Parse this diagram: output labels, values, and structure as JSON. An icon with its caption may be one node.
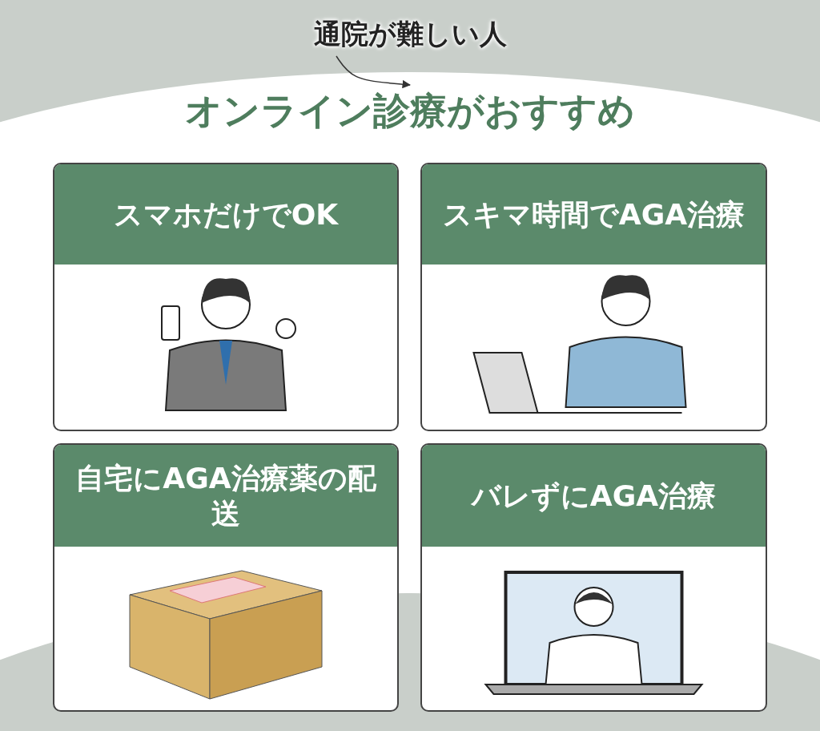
{
  "diagram": {
    "nodes": [
      {
        "text": [
          "通院が難しい人"
        ]
      },
      {
        "text": [
          "オンライン診療がおすすめ"
        ]
      },
      {
        "text": [
          "スマホだけでOK"
        ]
      },
      {
        "text": [
          "スキマ時間でAGA治療"
        ]
      },
      {
        "text": [
          "自宅にAGA治療薬の配送"
        ]
      },
      {
        "text": [
          "バレずにAGA治療"
        ]
      }
    ],
    "edges": [
      {
        "from": 0,
        "to": 1,
        "arrow": "to"
      }
    ]
  }
}
